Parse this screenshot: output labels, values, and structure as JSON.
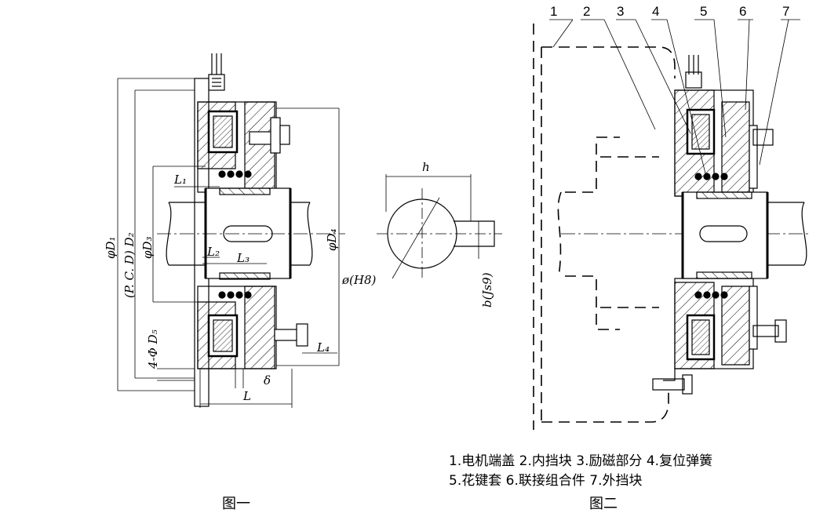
{
  "figure1": {
    "caption": "图一",
    "dims": {
      "d1": "φD₁",
      "d2": "(P. C. D) D₂",
      "d3": "φD₃",
      "d4": "φD₄",
      "d5": "4-Φ D₅",
      "l": "L",
      "l1": "L₁",
      "l2": "L₂",
      "l3": "L₃",
      "l4": "L₄",
      "delta": "δ"
    }
  },
  "keyway": {
    "h": "h",
    "bore": "ø(H8)",
    "b": "b(Js9)"
  },
  "figure2": {
    "caption": "图二",
    "callouts": [
      "1",
      "2",
      "3",
      "4",
      "5",
      "6",
      "7"
    ],
    "legend_line1": "1.电机端盖  2.内挡块  3.励磁部分  4.复位弹簧",
    "legend_line2": "5.花键套  6.联接组合件  7.外挡块"
  }
}
